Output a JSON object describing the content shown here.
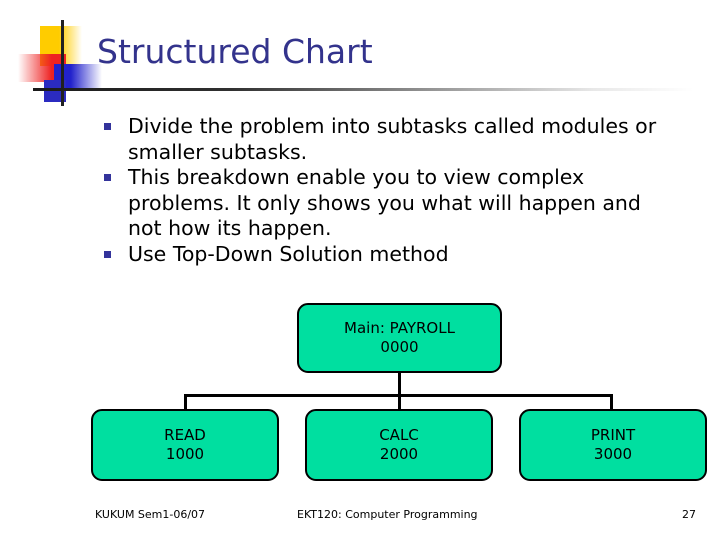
{
  "slide": {
    "title": "Structured Chart",
    "title_color": "#33338C"
  },
  "body": {
    "bullets": [
      "Divide the problem into subtasks called modules or smaller subtasks.",
      "This breakdown enable you to view complex problems. It only shows you what will happen and not how its happen.",
      "Use Top-Down Solution method"
    ],
    "bullet_marker_color": "#33339B"
  },
  "structure_chart": {
    "node_fill_color": "#00DFA0",
    "node_border_color": "#000000",
    "root": {
      "name": "Main: PAYROLL",
      "number": "0000"
    },
    "children": [
      {
        "name": "READ",
        "number": "1000"
      },
      {
        "name": "CALC",
        "number": "2000"
      },
      {
        "name": "PRINT",
        "number": "3000"
      }
    ]
  },
  "footer": {
    "left": "KUKUM Sem1-06/07",
    "center": "EKT120: Computer Programming",
    "page": "27"
  }
}
